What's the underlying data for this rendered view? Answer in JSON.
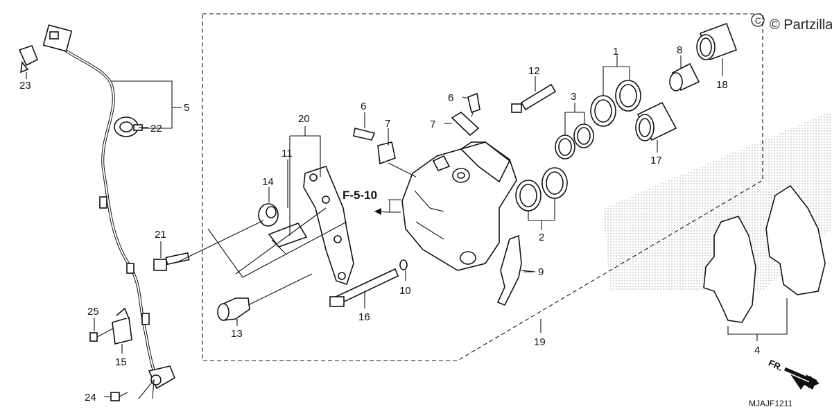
{
  "watermark": "© Partzilla",
  "diagram_code": "MJAJF1211",
  "direction_label": "FR.",
  "reference_label": "F-5-10",
  "callouts": {
    "c1": "1",
    "c2": "2",
    "c3": "3",
    "c4": "4",
    "c5": "5",
    "c6a": "6",
    "c6b": "6",
    "c7a": "7",
    "c7b": "7",
    "c8": "8",
    "c9": "9",
    "c10": "10",
    "c11": "11",
    "c12": "12",
    "c13": "13",
    "c14": "14",
    "c15": "15",
    "c16": "16",
    "c17": "17",
    "c18": "18",
    "c19": "19",
    "c20": "20",
    "c21": "21",
    "c22": "22",
    "c23": "23",
    "c24": "24",
    "c25": "25"
  }
}
